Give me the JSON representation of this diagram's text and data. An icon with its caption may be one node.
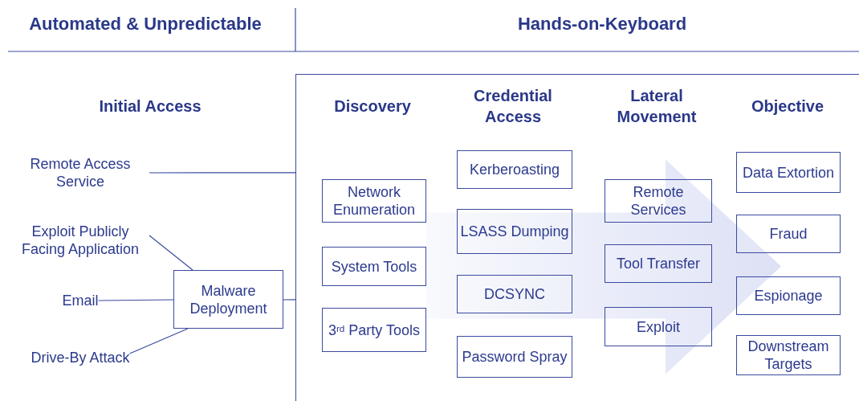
{
  "diagram": {
    "nodes": [
      {
        "text": [
          "Remote Access Service"
        ]
      },
      {
        "text": [
          "Exploit Publicly Facing Application"
        ]
      },
      {
        "text": [
          "Email"
        ]
      },
      {
        "text": [
          "Drive-By Attack"
        ]
      },
      {
        "text": [
          "Malware Deployment"
        ]
      },
      {
        "text": [],
        "shape": "box"
      },
      {
        "text": [
          "Network Enumeration"
        ],
        "in": 5
      },
      {
        "text": [
          "System Tools"
        ],
        "in": 5
      },
      {
        "text": [
          "3$^{rd}$ Party Tools"
        ],
        "in": 5
      },
      {
        "text": [
          "Kerberoasting"
        ],
        "in": 5
      },
      {
        "text": [
          "LSASS Dumping"
        ],
        "in": 5
      },
      {
        "text": [
          "DCSYNC"
        ],
        "in": 5
      },
      {
        "text": [
          "Password Spray"
        ],
        "in": 5
      },
      {
        "text": [
          "Remote Services"
        ],
        "in": 5
      },
      {
        "text": [
          "Tool Transfer"
        ],
        "in": 5
      },
      {
        "text": [
          "Exploit"
        ],
        "in": 5
      },
      {
        "text": [
          "Data Extortion"
        ],
        "in": 5
      },
      {
        "text": [
          "Fraud"
        ],
        "in": 5
      },
      {
        "text": [
          "Espionage"
        ],
        "in": 5
      },
      {
        "text": [
          "Downstream Targets"
        ],
        "in": 5
      }
    ],
    "edges": [
      {
        "from": 0,
        "to": 5,
        "arrow": "none"
      },
      {
        "from": 1,
        "to": 4,
        "arrow": "none"
      },
      {
        "from": 2,
        "to": 4,
        "arrow": "none"
      },
      {
        "from": 3,
        "to": 4,
        "arrow": "none"
      },
      {
        "from": 4,
        "to": 5,
        "arrow": "none"
      },
      {
        "from": 7,
        "to": 17,
        "arrow": "to",
        "style": "thick"
      }
    ],
    "labels": [
      "Automated & Unpredictable",
      "Hands-on-Keyboard",
      "Initial Access",
      "Discovery",
      "Credential Access",
      "Lateral Movement",
      "Objective"
    ]
  }
}
